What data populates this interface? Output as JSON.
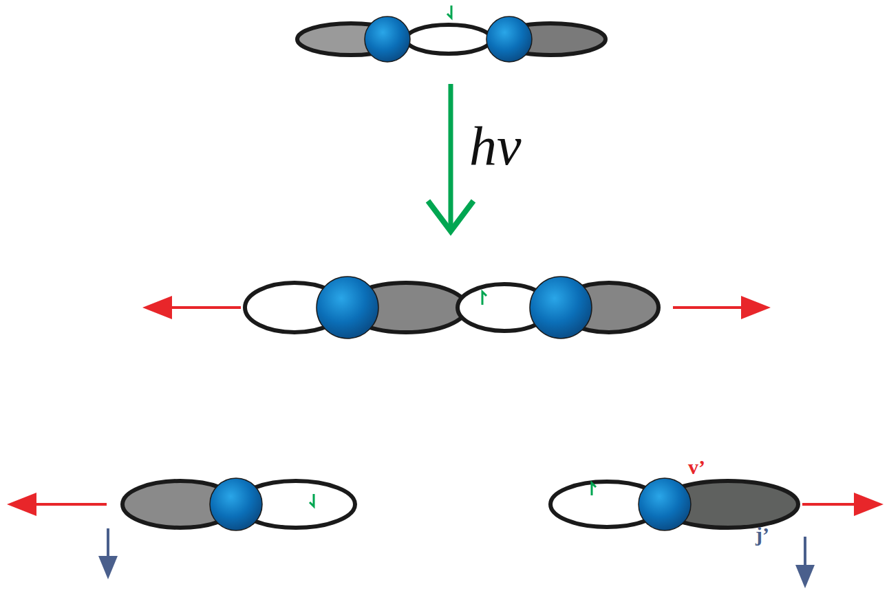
{
  "diagram": {
    "labels": [
      "hv",
      "v’",
      "j’"
    ]
  }
}
